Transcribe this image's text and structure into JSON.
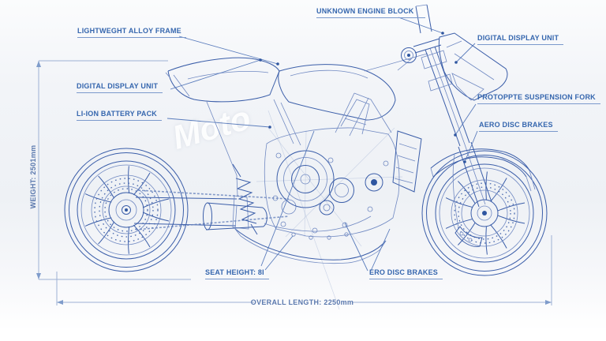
{
  "diagram": {
    "watermark": "Moto",
    "callouts": {
      "lightweight_frame": "LIGHTWEGHT ALLOY FRAME",
      "unknown_engine": "UNKNOWN ENGINE BLOCK",
      "display_front": "DIGITAL DISPLAY UNIT",
      "display_left": "DIGITAL DISPLAY UNIT",
      "battery": "LI-ION BATTERY PACK",
      "suspension_fork": "PROTOPPTE SUSPENSION FORK",
      "aero_disc_brakes": "AERO DISC BRAKES",
      "seat_height": "SEAT HEIGHT: 8I",
      "ero_disc_brakes": "ERO DISC BRAKES"
    },
    "dimensions": {
      "overall_length": "OVERALL LENGTH: 2250mm",
      "overall_height": "WEIGHT: 2501mm"
    },
    "colors": {
      "line_primary": "#3b5ea9",
      "line_secondary": "#7089c2",
      "label_text": "#3566ae",
      "dimension_line": "#9db1d4",
      "background": "#f1f3f7"
    }
  }
}
